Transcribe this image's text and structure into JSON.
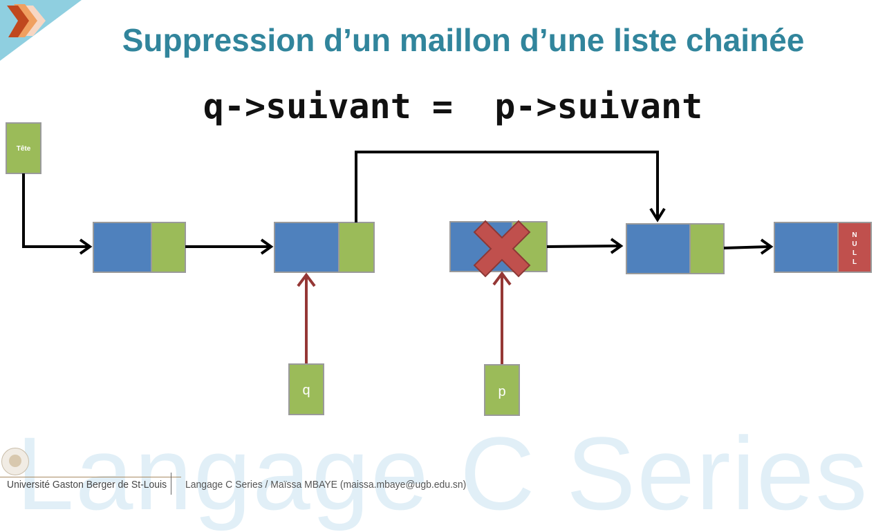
{
  "slide": {
    "title": "Suppression d’un maillon d’une liste chainée",
    "code": "q->suivant =  p->suivant"
  },
  "diagram": {
    "head_label": "Tête",
    "pointer_q": "q",
    "pointer_p": "p",
    "null_label": [
      "N",
      "U",
      "L",
      "L"
    ]
  },
  "footer": {
    "university": "Université Gaston Berger de St-Louis",
    "series": "Langage C Series / Maïssa MBAYE (maissa.mbaye@ugb.edu.sn)",
    "watermark": "Langage C Series"
  },
  "colors": {
    "title": "#31859c",
    "node_data": "#4f81bd",
    "node_next": "#9bbb59",
    "null_box": "#c0504d",
    "pointer_arrow": "#953735",
    "delete_cross": "#c0504d"
  }
}
